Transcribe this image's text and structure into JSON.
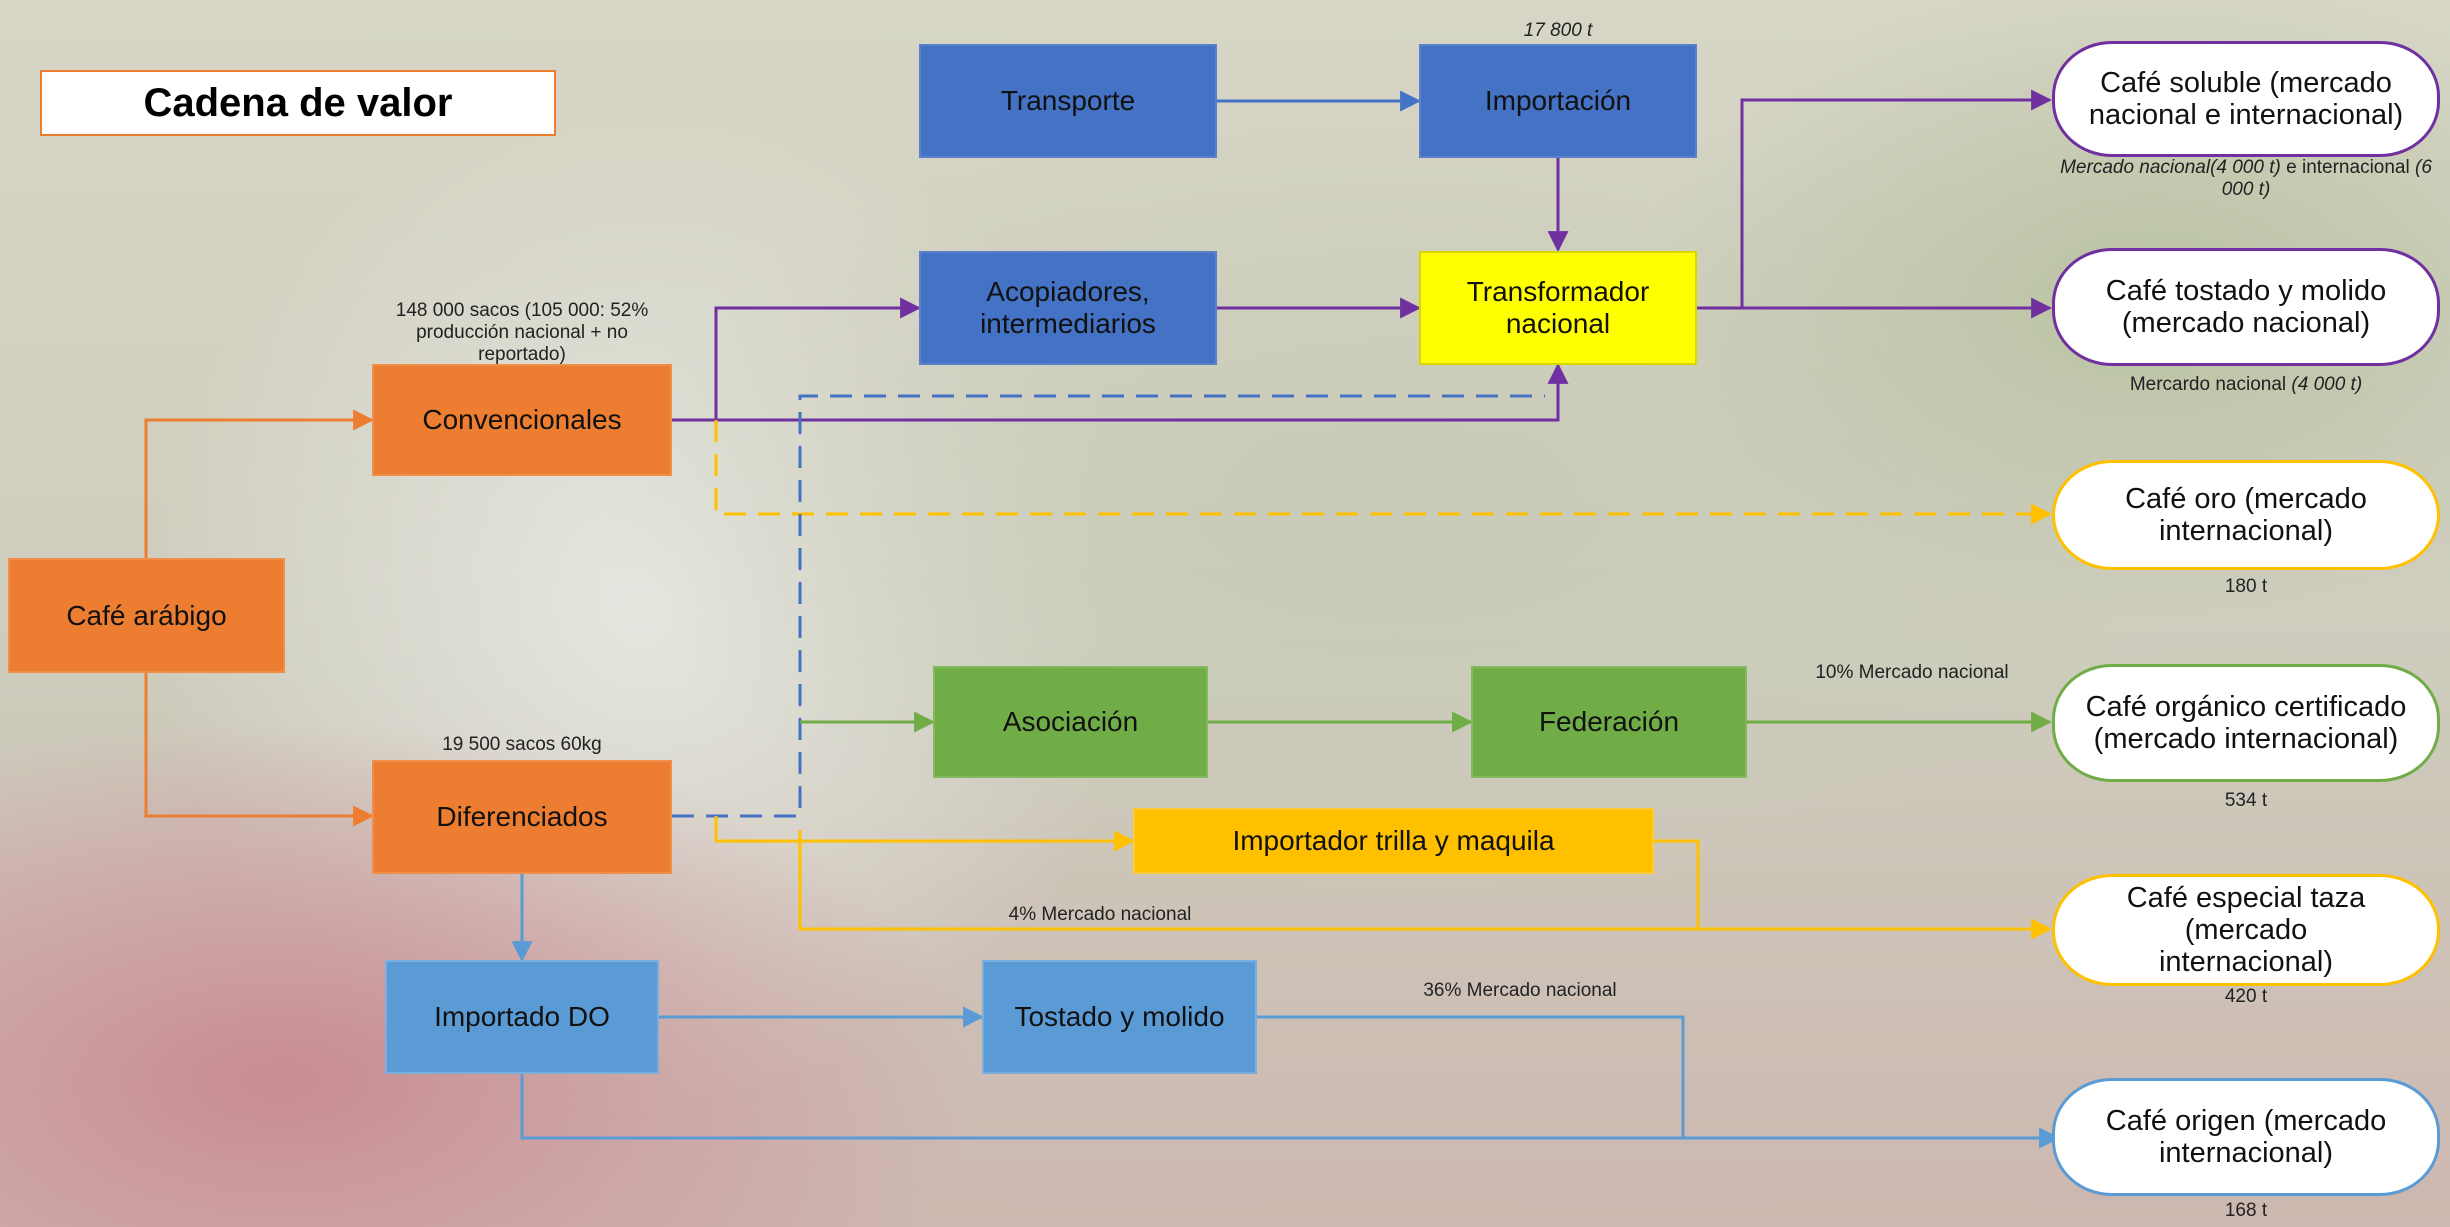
{
  "title": "Cadena de valor",
  "nodes": {
    "cafe_arabigo": "Café arábigo",
    "convencionales": "Convencionales",
    "diferenciados": "Diferenciados",
    "transporte": "Transporte",
    "importacion": "Importación",
    "acopiadores": "Acopiadores, intermediarios",
    "transformador": "Transformador nacional",
    "asociacion": "Asociación",
    "federacion": "Federación",
    "importador_trilla": "Importador trilla y maquila",
    "importado_do": "Importado DO",
    "tostado_molido": "Tostado y molido"
  },
  "outputs": {
    "soluble": "Café soluble (mercado nacional e internacional)",
    "tostado": "Café tostado y molido (mercado nacional)",
    "oro": "Café oro (mercado internacional)",
    "organico": "Café orgánico certificado (mercado internacional)",
    "especial": "Café especial taza (mercado internacional)",
    "origen": "Café origen (mercado internacional)"
  },
  "notes": {
    "convencionales_volume": "148 000 sacos (105 000: 52% producción nacional + no reportado)",
    "diferenciados_volume": "19 500 sacos 60kg",
    "importacion_volume": "17 800 t",
    "soluble_market_a": "Mercado nacional(4 000 t)",
    "soluble_market_b": " e internacional ",
    "soluble_market_c": "(6 000 t)",
    "tostado_market_a": "Mercardo nacional ",
    "tostado_market_b": "(4 000 t)",
    "oro_volume": "180 t",
    "organico_share": "10% Mercado nacional",
    "organico_volume": "534 t",
    "especial_share": "4% Mercado nacional",
    "especial_volume": "420 t",
    "origen_share": "36% Mercado nacional",
    "origen_volume": "168 t"
  },
  "colors": {
    "orange": "#ed7d31",
    "blue": "#4472c4",
    "light_blue": "#5b9bd5",
    "purple": "#7030a0",
    "green": "#70ad47",
    "yellow": "#ffff00",
    "gold": "#ffc000"
  }
}
